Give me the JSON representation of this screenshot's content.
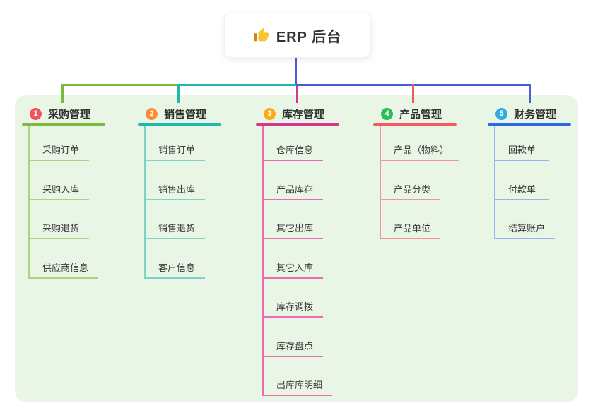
{
  "root": {
    "title": "ERP 后台",
    "icon": "thumbs-up-icon"
  },
  "colors": {
    "connector_blue": "#4a5ed8",
    "panel_green": "#e9f6e6",
    "root_bg": "#ffffff",
    "thumb_hand": "#fbc42f",
    "thumb_sleeve": "#c9861c"
  },
  "branches": [
    {
      "badge": "1",
      "title": "采购管理",
      "badge_color": "#f45262",
      "line_color": "#7cb93e",
      "child_line_color": "#aad481",
      "children": [
        "采购订单",
        "采购入库",
        "采购退货",
        "供应商信息"
      ]
    },
    {
      "badge": "2",
      "title": "销售管理",
      "badge_color": "#fb8d35",
      "line_color": "#1cb9ac",
      "child_line_color": "#7dd2c9",
      "children": [
        "销售订单",
        "销售出库",
        "销售退货",
        "客户信息"
      ]
    },
    {
      "badge": "3",
      "title": "库存管理",
      "badge_color": "#fbad18",
      "line_color": "#d6368f",
      "child_line_color": "#ec6cb2",
      "children": [
        "仓库信息",
        "产品库存",
        "其它出库",
        "其它入库",
        "库存调拨",
        "库存盘点",
        "出库库明细"
      ]
    },
    {
      "badge": "4",
      "title": "产品管理",
      "badge_color": "#2ebd57",
      "line_color": "#f25861",
      "child_line_color": "#f49398",
      "children": [
        "产品（物料）",
        "产品分类",
        "产品单位"
      ]
    },
    {
      "badge": "5",
      "title": "财务管理",
      "badge_color": "#2caee3",
      "line_color": "#2d68e6",
      "child_line_color": "#98b4ee",
      "children": [
        "回款单",
        "付款单",
        "结算账户"
      ]
    }
  ]
}
